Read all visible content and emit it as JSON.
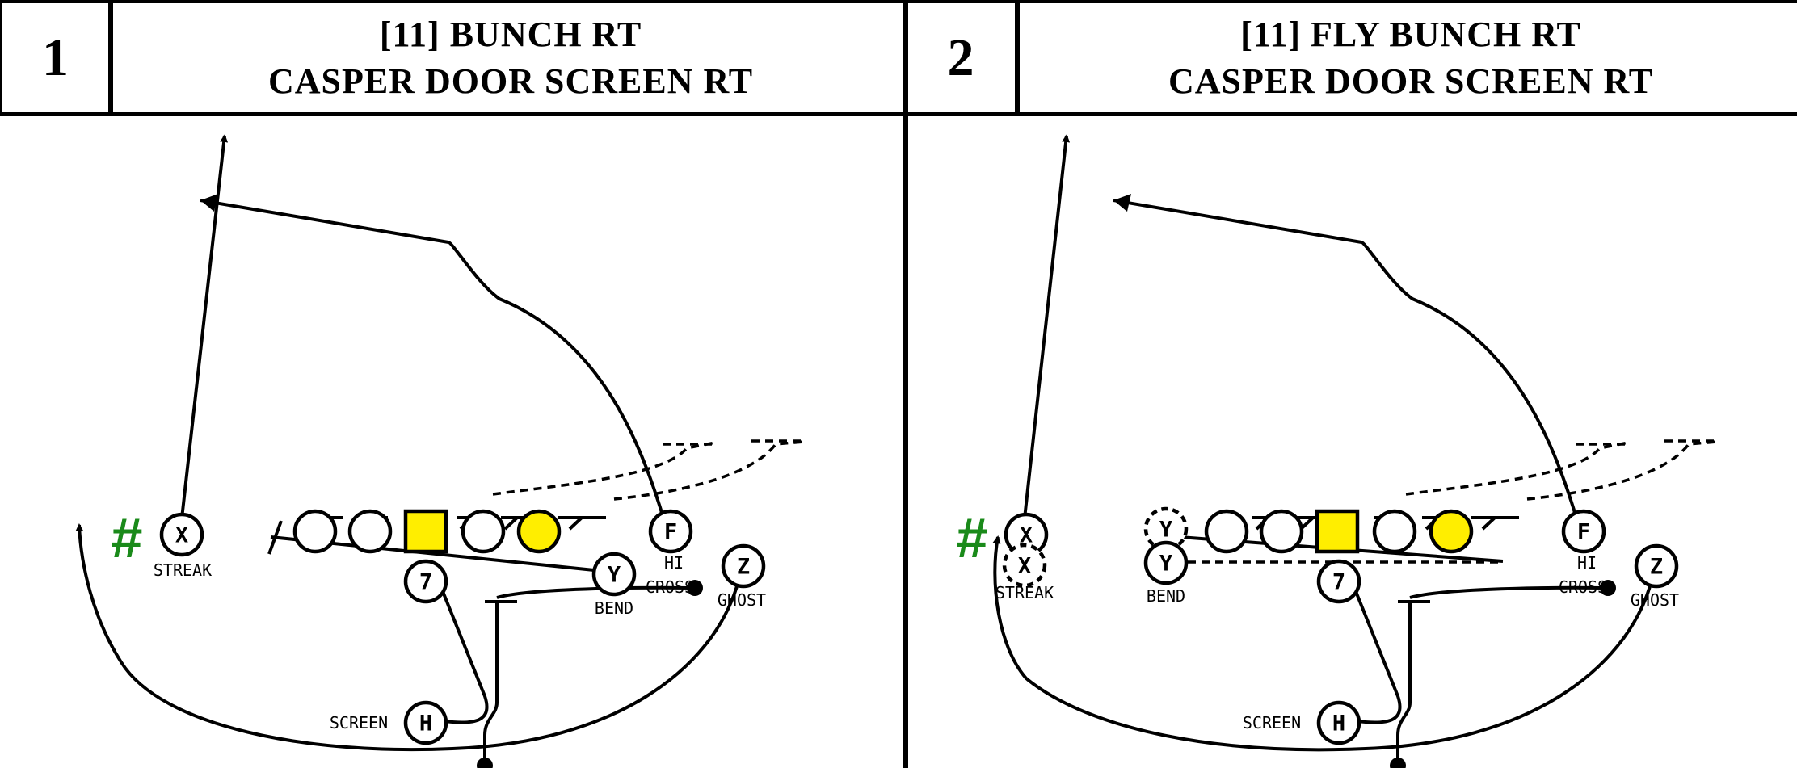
{
  "plays": [
    {
      "number": "1",
      "title_line1": "[11] BUNCH RT",
      "title_line2": "CASPER DOOR SCREEN RT",
      "players": {
        "x": "X",
        "f": "F",
        "z": "Z",
        "y": "Y",
        "qb": "7",
        "h": "H"
      },
      "labels": {
        "x": "STREAK",
        "f": "HI",
        "f2": "CROSS",
        "y": "BEND",
        "z": "GHOST",
        "h": "SCREEN"
      }
    },
    {
      "number": "2",
      "title_line1": "[11] FLY BUNCH RT",
      "title_line2": "CASPER DOOR SCREEN RT",
      "players": {
        "x": "X",
        "x_motion": "X",
        "y_motion": "Y",
        "y": "Y",
        "f": "F",
        "z": "Z",
        "qb": "7",
        "h": "H"
      },
      "labels": {
        "x": "STREAK",
        "y": "BEND",
        "f": "HI",
        "f2": "CROSS",
        "z": "GHOST",
        "h": "SCREEN"
      }
    }
  ],
  "hash_mark": "#",
  "colors": {
    "line": "#000000",
    "highlight": "#ffee00",
    "hash": "#1a8a1a"
  }
}
